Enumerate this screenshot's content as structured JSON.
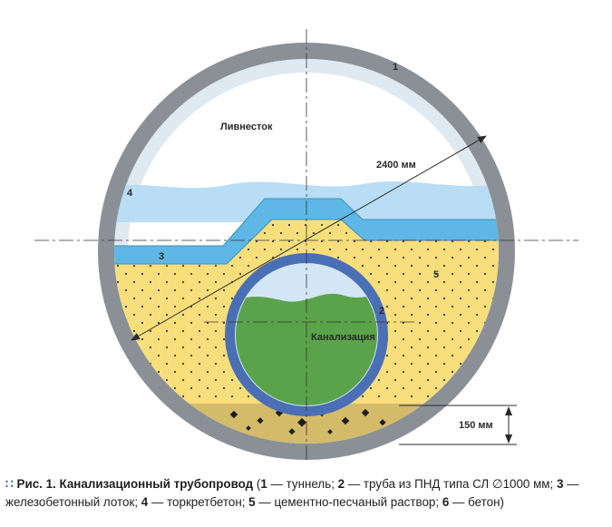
{
  "labels": {
    "tunnel_num": "1",
    "pipe_num": "2",
    "tray_num": "3",
    "shotcrete_num": "4",
    "sand_num": "5",
    "storm": "Ливнесток",
    "sewer": "Канализация",
    "diameter": "2400 мм",
    "thickness": "150 мм"
  },
  "caption": {
    "prefix": "Рис. 1.",
    "title": "Канализационный трубопровод",
    "open": " (",
    "i1_num": "1",
    "i1_text": " — туннель; ",
    "i2_num": "2",
    "i2_text": " — труба из ПНД типа СЛ ∅1000 мм; ",
    "i3_num": "3",
    "i3_text": " — железобетонный лоток; ",
    "i4_num": "4",
    "i4_text": " — торкретбетон; ",
    "i5_num": "5",
    "i5_text": " — цементно-песчаный раствор; ",
    "i6_num": "6",
    "i6_text": " — бетон)"
  },
  "colors": {
    "tunnel_wall": "#8a9096",
    "shotcrete": "#dfe9f2",
    "storm_water": "#b8ddf5",
    "tray": "#5eb7e5",
    "sand": "#f8df7c",
    "pipe_ring": "#4a6fb5",
    "pipe_inner": "#d3e6f6",
    "sewage": "#5aa34a",
    "concrete": "#d4bb6a",
    "caption_dots": "#1f6e8c"
  }
}
